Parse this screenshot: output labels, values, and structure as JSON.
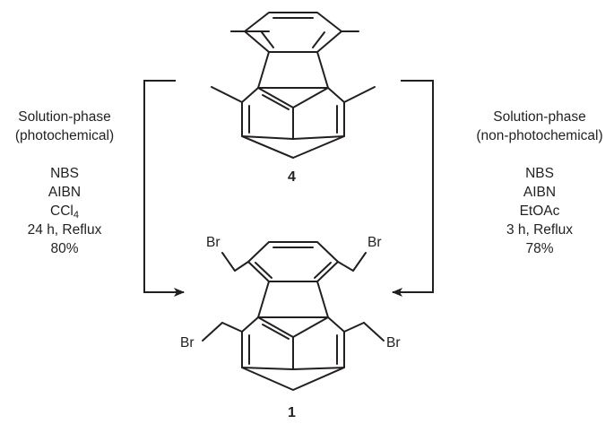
{
  "reaction": {
    "left_conditions": {
      "phase_line1": "Solution-phase",
      "phase_line2": "(photochemical)",
      "reagent1": "NBS",
      "reagent2": "AIBN",
      "solvent_base": "CCl",
      "solvent_sub": "4",
      "time_temp": "24 h, Reflux",
      "yield": "80%"
    },
    "right_conditions": {
      "phase_line1": "Solution-phase",
      "phase_line2": "(non-photochemical)",
      "reagent1": "NBS",
      "reagent2": "AIBN",
      "solvent": "EtOAc",
      "time_temp": "3 h, Reflux",
      "yield": "78%"
    },
    "starting_material": {
      "number": "4"
    },
    "product": {
      "number": "1",
      "substituent_label": "Br"
    }
  }
}
